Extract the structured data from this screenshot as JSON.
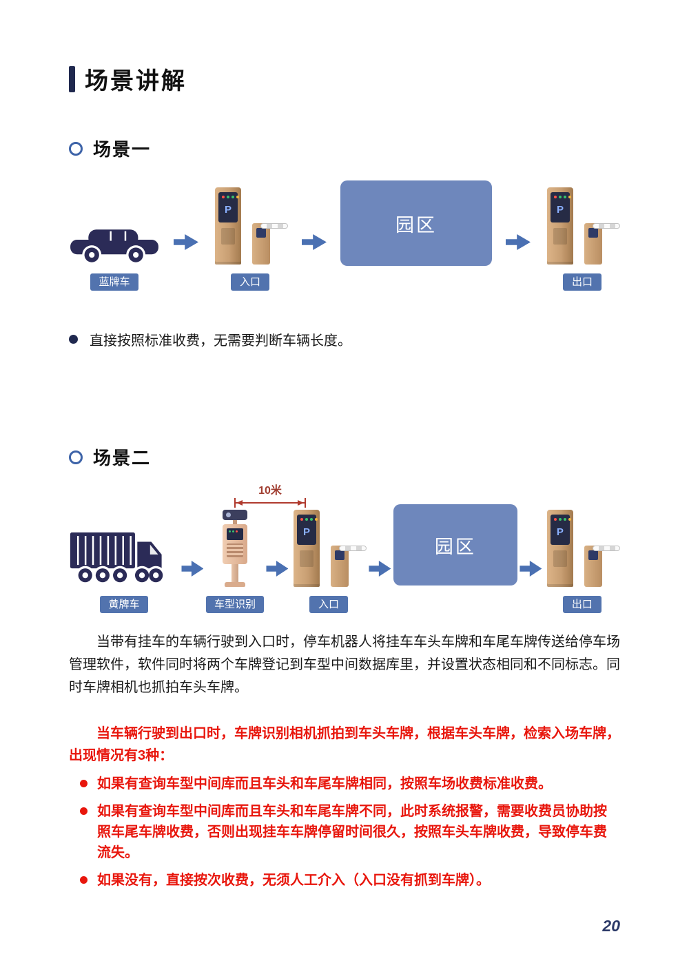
{
  "page": {
    "title": "场景讲解",
    "page_number": "20"
  },
  "machines": {
    "display_letter": "P"
  },
  "scenario1": {
    "heading": "场景一",
    "vehicle_label": "蓝牌车",
    "entrance_label": "入口",
    "park_label": "园区",
    "exit_label": "出口",
    "note": "直接按照标准收费，无需要判断车辆长度。"
  },
  "scenario2": {
    "heading": "场景二",
    "distance_label": "10米",
    "vehicle_label": "黄牌车",
    "recognition_label": "车型识别",
    "entrance_label": "入口",
    "park_label": "园区",
    "exit_label": "出口",
    "paragraph": "当带有挂车的车辆行驶到入口时，停车机器人将挂车车头车牌和车尾车牌传送给停车场管理软件，软件同时将两个车牌登记到车型中间数据库里，并设置状态相同和不同标志。同时车牌相机也抓拍车头车牌。",
    "alert_intro": "当车辆行驶到出口时，车牌识别相机抓拍到车头车牌，根据车头车牌，检索入场车牌，出现情况有3种：",
    "alert_items": [
      "如果有查询车型中间库而且车头和车尾车牌相同，按照车场收费标准收费。",
      "如果有查询车型中间库而且车头和车尾车牌不同，此时系统报警，需要收费员协助按照车尾车牌收费，否则出现挂车车牌停留时间很久，按照车头车牌收费，导致停车费流失。",
      "如果没有，直接按次收费，无须人工介入（入口没有抓到车牌）。"
    ]
  },
  "colors": {
    "accent_navy": "#20294f",
    "badge_blue": "#5273ae",
    "park_blue": "#6e87bc",
    "arrow_blue": "#4a70b2",
    "alert_red": "#e8160c",
    "machine_tan": "#c89e72",
    "dimension_red": "#b03a2e"
  }
}
